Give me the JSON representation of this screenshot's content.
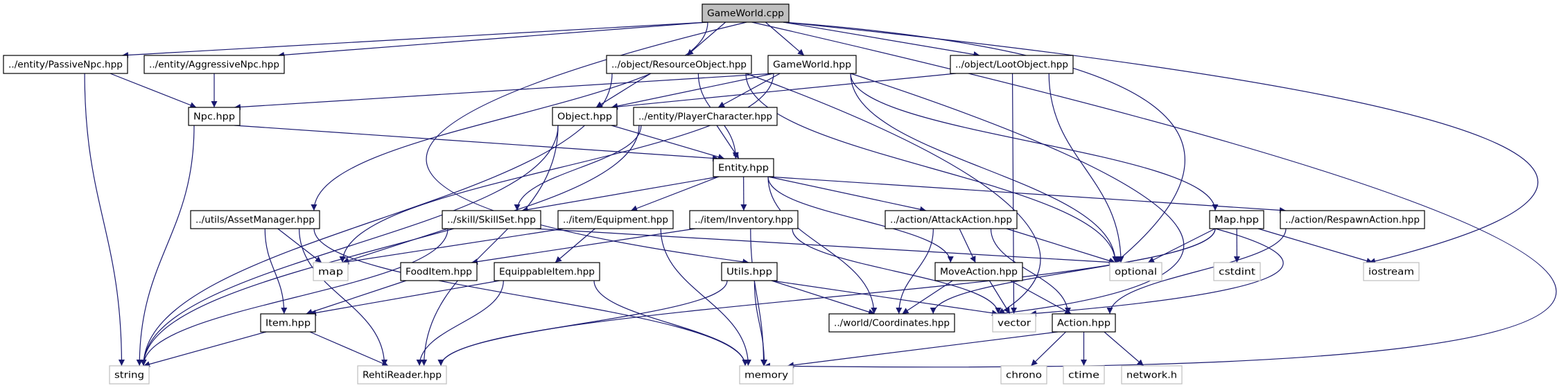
{
  "graph": {
    "edge_color": "#191970",
    "root_fill": "#bfbfbf",
    "nodes": [
      {
        "id": "gwcpp",
        "label": "GameWorld.cpp",
        "kind": "root"
      },
      {
        "id": "passive",
        "label": "../entity/PassiveNpc.hpp",
        "kind": "file"
      },
      {
        "id": "aggr",
        "label": "../entity/AggressiveNpc.hpp",
        "kind": "file"
      },
      {
        "id": "resobj",
        "label": "../object/ResourceObject.hpp",
        "kind": "file"
      },
      {
        "id": "gwhpp",
        "label": "GameWorld.hpp",
        "kind": "file"
      },
      {
        "id": "loot",
        "label": "../object/LootObject.hpp",
        "kind": "file"
      },
      {
        "id": "npc",
        "label": "Npc.hpp",
        "kind": "file"
      },
      {
        "id": "object",
        "label": "Object.hpp",
        "kind": "file"
      },
      {
        "id": "player",
        "label": "../entity/PlayerCharacter.hpp",
        "kind": "file"
      },
      {
        "id": "entity",
        "label": "Entity.hpp",
        "kind": "file"
      },
      {
        "id": "asset",
        "label": "../utils/AssetManager.hpp",
        "kind": "file"
      },
      {
        "id": "skill",
        "label": "../skill/SkillSet.hpp",
        "kind": "file"
      },
      {
        "id": "equip",
        "label": "../item/Equipment.hpp",
        "kind": "file"
      },
      {
        "id": "inv",
        "label": "../item/Inventory.hpp",
        "kind": "file"
      },
      {
        "id": "attack",
        "label": "../action/AttackAction.hpp",
        "kind": "file"
      },
      {
        "id": "maphpp",
        "label": "Map.hpp",
        "kind": "file"
      },
      {
        "id": "respawn",
        "label": "../action/RespawnAction.hpp",
        "kind": "file"
      },
      {
        "id": "map",
        "label": "map",
        "kind": "system"
      },
      {
        "id": "food",
        "label": "FoodItem.hpp",
        "kind": "file"
      },
      {
        "id": "equipitem",
        "label": "EquippableItem.hpp",
        "kind": "file"
      },
      {
        "id": "utils",
        "label": "Utils.hpp",
        "kind": "file"
      },
      {
        "id": "move",
        "label": "MoveAction.hpp",
        "kind": "file"
      },
      {
        "id": "optional",
        "label": "optional",
        "kind": "system"
      },
      {
        "id": "cstdint",
        "label": "cstdint",
        "kind": "system"
      },
      {
        "id": "iostream",
        "label": "iostream",
        "kind": "system"
      },
      {
        "id": "item",
        "label": "Item.hpp",
        "kind": "file"
      },
      {
        "id": "coords",
        "label": "../world/Coordinates.hpp",
        "kind": "file"
      },
      {
        "id": "vector",
        "label": "vector",
        "kind": "system"
      },
      {
        "id": "action",
        "label": "Action.hpp",
        "kind": "file"
      },
      {
        "id": "string",
        "label": "string",
        "kind": "system"
      },
      {
        "id": "rehti",
        "label": "RehtiReader.hpp",
        "kind": "system"
      },
      {
        "id": "memory",
        "label": "memory",
        "kind": "system"
      },
      {
        "id": "chrono",
        "label": "chrono",
        "kind": "system"
      },
      {
        "id": "ctime",
        "label": "ctime",
        "kind": "system"
      },
      {
        "id": "network",
        "label": "network.h",
        "kind": "system"
      }
    ],
    "edges": [
      [
        "gwcpp",
        "passive"
      ],
      [
        "gwcpp",
        "aggr"
      ],
      [
        "gwcpp",
        "resobj"
      ],
      [
        "gwcpp",
        "gwhpp"
      ],
      [
        "gwcpp",
        "loot"
      ],
      [
        "gwcpp",
        "asset"
      ],
      [
        "gwcpp",
        "utils"
      ],
      [
        "gwcpp",
        "optional"
      ],
      [
        "gwcpp",
        "iostream"
      ],
      [
        "gwcpp",
        "memory"
      ],
      [
        "passive",
        "npc"
      ],
      [
        "passive",
        "string"
      ],
      [
        "aggr",
        "npc"
      ],
      [
        "resobj",
        "object"
      ],
      [
        "resobj",
        "entity"
      ],
      [
        "resobj",
        "string"
      ],
      [
        "resobj",
        "optional"
      ],
      [
        "resobj",
        "vector"
      ],
      [
        "gwhpp",
        "npc"
      ],
      [
        "gwhpp",
        "object"
      ],
      [
        "gwhpp",
        "player"
      ],
      [
        "gwhpp",
        "map"
      ],
      [
        "gwhpp",
        "maphpp"
      ],
      [
        "gwhpp",
        "optional"
      ],
      [
        "gwhpp",
        "vector"
      ],
      [
        "loot",
        "object"
      ],
      [
        "loot",
        "optional"
      ],
      [
        "loot",
        "vector"
      ],
      [
        "npc",
        "entity"
      ],
      [
        "npc",
        "string"
      ],
      [
        "object",
        "entity"
      ],
      [
        "object",
        "string"
      ],
      [
        "object",
        "rehti"
      ],
      [
        "player",
        "entity"
      ],
      [
        "player",
        "skill"
      ],
      [
        "player",
        "string"
      ],
      [
        "entity",
        "skill"
      ],
      [
        "entity",
        "equip"
      ],
      [
        "entity",
        "inv"
      ],
      [
        "entity",
        "attack"
      ],
      [
        "entity",
        "move"
      ],
      [
        "entity",
        "coords"
      ],
      [
        "entity",
        "respawn"
      ],
      [
        "asset",
        "map"
      ],
      [
        "asset",
        "item"
      ],
      [
        "asset",
        "rehti"
      ],
      [
        "asset",
        "memory"
      ],
      [
        "skill",
        "map"
      ],
      [
        "skill",
        "string"
      ],
      [
        "skill",
        "optional"
      ],
      [
        "equip",
        "equipitem"
      ],
      [
        "equip",
        "memory"
      ],
      [
        "equip",
        "map"
      ],
      [
        "inv",
        "food"
      ],
      [
        "inv",
        "memory"
      ],
      [
        "inv",
        "vector"
      ],
      [
        "attack",
        "move"
      ],
      [
        "attack",
        "coords"
      ],
      [
        "attack",
        "action"
      ],
      [
        "attack",
        "optional"
      ],
      [
        "maphpp",
        "optional"
      ],
      [
        "maphpp",
        "cstdint"
      ],
      [
        "maphpp",
        "iostream"
      ],
      [
        "maphpp",
        "vector"
      ],
      [
        "maphpp",
        "coords"
      ],
      [
        "maphpp",
        "rehti"
      ],
      [
        "respawn",
        "action"
      ],
      [
        "food",
        "item"
      ],
      [
        "equipitem",
        "item"
      ],
      [
        "equipitem",
        "rehti"
      ],
      [
        "equipitem",
        "memory"
      ],
      [
        "utils",
        "coords"
      ],
      [
        "utils",
        "vector"
      ],
      [
        "utils",
        "memory"
      ],
      [
        "utils",
        "rehti"
      ],
      [
        "move",
        "coords"
      ],
      [
        "move",
        "vector"
      ],
      [
        "move",
        "action"
      ],
      [
        "item",
        "string"
      ],
      [
        "item",
        "rehti"
      ],
      [
        "action",
        "chrono"
      ],
      [
        "action",
        "ctime"
      ],
      [
        "action",
        "network"
      ],
      [
        "action",
        "memory"
      ]
    ]
  }
}
